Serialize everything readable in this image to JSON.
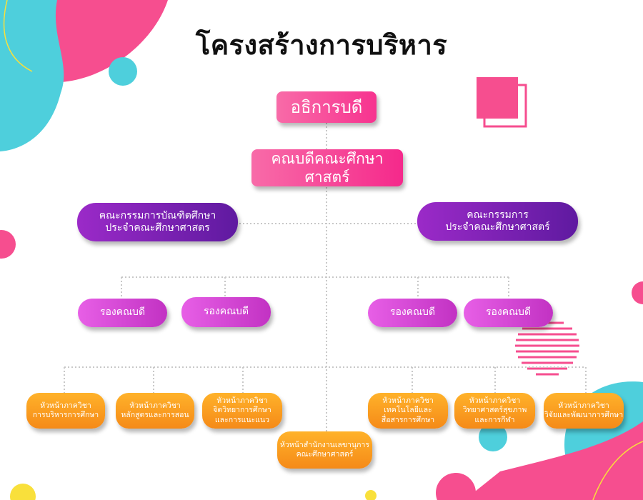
{
  "title": "โครงสร้างการบริหาร",
  "top": "อธิการบดี",
  "dean": "คณบดีคณะศึกษาศาสตร์",
  "committee_left": [
    "คณะกรรมการบัณฑิตศึกษา",
    "ประจำคณะศึกษาศาสตร"
  ],
  "committee_right": [
    "คณะกรรมการ",
    "ประจำคณะศึกษาศาสตร์"
  ],
  "deputies": [
    "รองคณบดี",
    "รองคณบดี",
    "รองคณบดี",
    "รองคณบดี"
  ],
  "heads": [
    [
      "หัวหน้าภาควิชา",
      "การบริหารการศึกษา"
    ],
    [
      "หัวหน้าภาควิชา",
      "หลักสูตรและการสอน"
    ],
    [
      "หัวหน้าภาควิชา",
      "จิตวิทยาการศึกษา",
      "และการแนะแนว"
    ],
    [
      "หัวหน้าภาควิชา",
      "เทคโนโลยีและ",
      "สื่อสารการศึกษา"
    ],
    [
      "หัวหน้าภาควิชา",
      "วิทยาศาสตร์สุขภาพ",
      "และการกีฬา"
    ],
    [
      "หัวหน้าภาควิชา",
      "วิจัยและพัฒนาการศึกษา"
    ]
  ],
  "office": [
    "หัวหน้าสำนักงานเลขานุการ",
    "คณะศึกษาศาสตร์"
  ],
  "colors": {
    "pink": "#f5298b",
    "purple": "#7b22b5",
    "magenta": "#d447d4",
    "orange": "#f79a1f",
    "cyan": "#4ecfdc",
    "yellow": "#f9e03b"
  }
}
